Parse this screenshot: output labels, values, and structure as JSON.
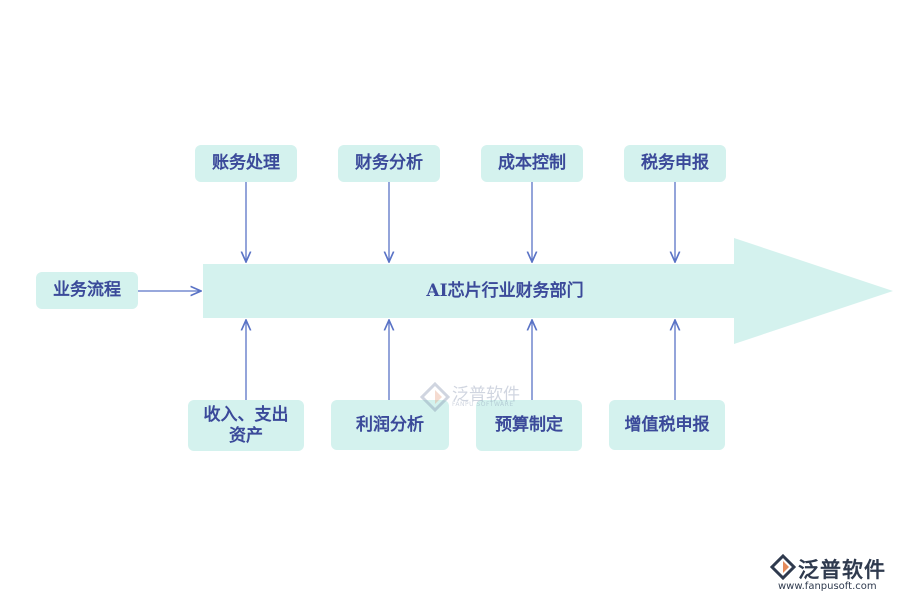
{
  "diagram": {
    "center_label": "AI芯片行业财务部门",
    "input": "业务流程",
    "top_boxes": [
      "账务处理",
      "财务分析",
      "成本控制",
      "税务申报"
    ],
    "bottom_boxes": [
      "收入、支出\n资产",
      "利润分析",
      "预算制定",
      "增值税申报"
    ]
  },
  "watermark": {
    "name": "泛普软件",
    "sub": "FANPU SOFTWARE"
  },
  "logo": {
    "name": "泛普软件",
    "url": "www.fanpusoft.com"
  },
  "colors": {
    "box_fill": "#d4f2ee",
    "text": "#3b4a9a",
    "arrow": "#5a73c6"
  }
}
